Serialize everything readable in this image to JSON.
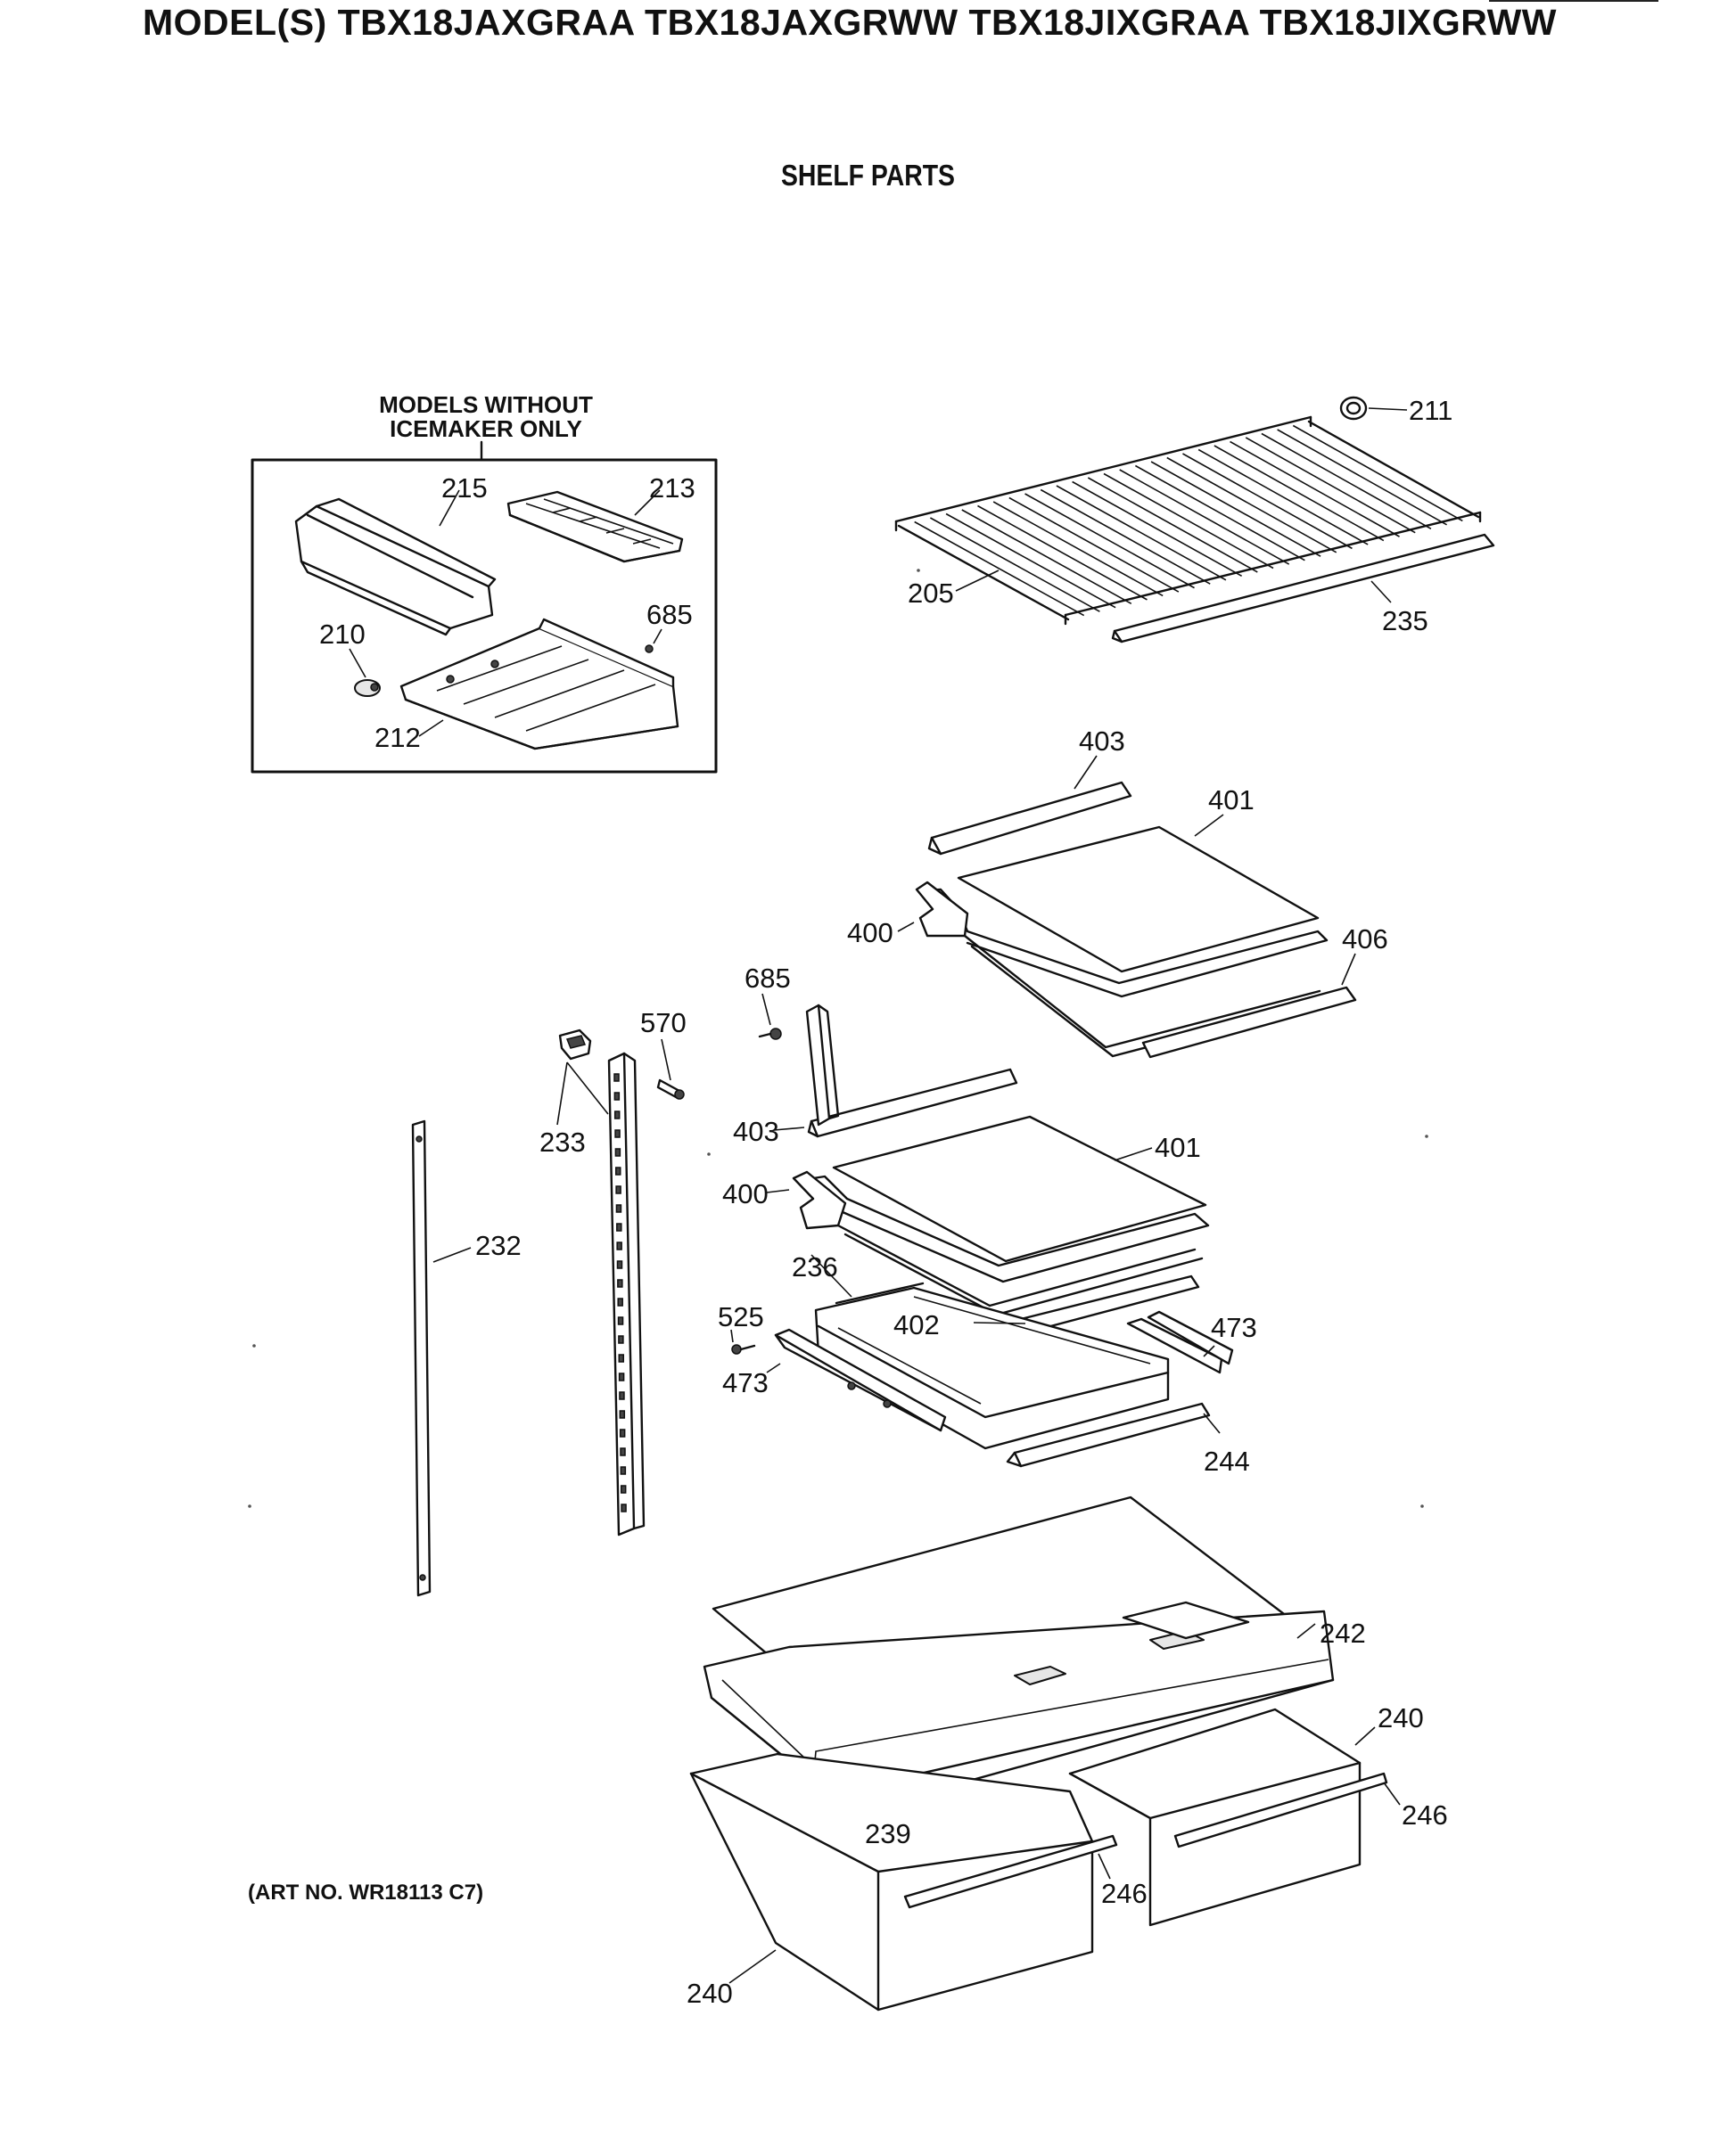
{
  "header": {
    "title": "MODEL(S) TBX18JAXGRAA  TBX18JAXGRWW  TBX18JIXGRAA  TBX18JIXGRWW",
    "section_title": "SHELF PARTS"
  },
  "inset": {
    "caption_line1": "MODELS WITHOUT",
    "caption_line2": "ICEMAKER ONLY"
  },
  "footer": {
    "art_number": "(ART NO. WR18113 C7)"
  },
  "callouts": [
    {
      "id": "c-211",
      "label": "211"
    },
    {
      "id": "c-215",
      "label": "215"
    },
    {
      "id": "c-213",
      "label": "213"
    },
    {
      "id": "c-205",
      "label": "205"
    },
    {
      "id": "c-235",
      "label": "235"
    },
    {
      "id": "c-210",
      "label": "210"
    },
    {
      "id": "c-685-inset",
      "label": "685"
    },
    {
      "id": "c-212",
      "label": "212"
    },
    {
      "id": "c-403-upper",
      "label": "403"
    },
    {
      "id": "c-401-upper",
      "label": "401"
    },
    {
      "id": "c-400-upper",
      "label": "400"
    },
    {
      "id": "c-406",
      "label": "406"
    },
    {
      "id": "c-685",
      "label": "685"
    },
    {
      "id": "c-570",
      "label": "570"
    },
    {
      "id": "c-403-lower",
      "label": "403"
    },
    {
      "id": "c-233",
      "label": "233"
    },
    {
      "id": "c-401-lower",
      "label": "401"
    },
    {
      "id": "c-400-lower",
      "label": "400"
    },
    {
      "id": "c-232",
      "label": "232"
    },
    {
      "id": "c-236",
      "label": "236"
    },
    {
      "id": "c-525",
      "label": "525"
    },
    {
      "id": "c-402",
      "label": "402"
    },
    {
      "id": "c-473-right",
      "label": "473"
    },
    {
      "id": "c-473-left",
      "label": "473"
    },
    {
      "id": "c-244",
      "label": "244"
    },
    {
      "id": "c-242",
      "label": "242"
    },
    {
      "id": "c-240-right",
      "label": "240"
    },
    {
      "id": "c-246-right",
      "label": "246"
    },
    {
      "id": "c-239",
      "label": "239"
    },
    {
      "id": "c-246-left",
      "label": "246"
    },
    {
      "id": "c-240-left",
      "label": "240"
    }
  ]
}
